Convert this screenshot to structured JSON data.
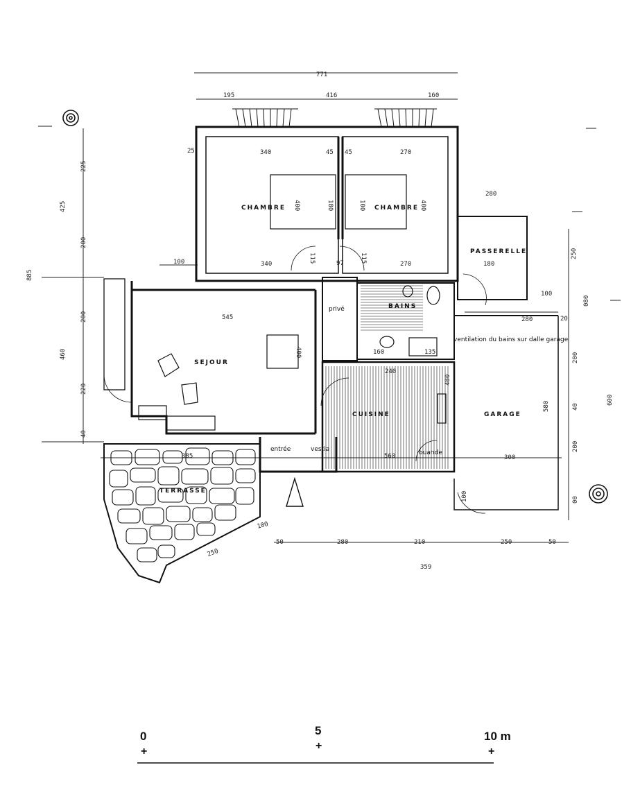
{
  "plan": {
    "top_mark": "771",
    "top_dims": [
      "195",
      "416",
      "160"
    ],
    "left_dims": [
      "225",
      "425",
      "200",
      "885",
      "200",
      "460",
      "220",
      "40"
    ],
    "right_dims": [
      "250",
      "080",
      "20",
      "200",
      "40",
      "200",
      "00",
      "600",
      "580"
    ],
    "bottom_dims": [
      "50",
      "280",
      "210",
      "250",
      "50",
      "359",
      "250",
      "100",
      "100",
      "100"
    ],
    "rooms": {
      "chambre_left": "CHAMBRE",
      "chambre_right": "CHAMBRE",
      "passerelle": "PASSERELLE",
      "bains": "BAINS",
      "sejour": "SEJOUR",
      "cuisine": "CUISINE",
      "garage": "GARAGE",
      "priv": "privé",
      "entree": "entrée",
      "vestiaire": "vestia",
      "terrasse": "TERRASSE",
      "buanderie": "buande"
    },
    "inner_dims": {
      "d340a": "340",
      "d340b": "340",
      "d270a": "270",
      "d270b": "270",
      "d400a": "400",
      "d400b": "400",
      "d180a": "180",
      "d100": "100",
      "d545": "545",
      "d400c": "400",
      "d280": "280",
      "d180b": "180",
      "d300": "300",
      "d560": "560",
      "d480": "480",
      "d240": "240",
      "d280b": "280",
      "d100b": "100",
      "d115a": "115",
      "d115b": "115",
      "d97": "97",
      "d45a": "45",
      "d45b": "45",
      "d25": "25",
      "d135": "135",
      "d160b": "160",
      "d385": "385"
    },
    "note": "ventilation du bains  sur dalle garage"
  },
  "scale": {
    "label_0": "0",
    "label_5": "5",
    "label_10": "10 m",
    "tick": "+"
  },
  "colors": {
    "ink": "#111111",
    "paper": "#ffffff"
  }
}
